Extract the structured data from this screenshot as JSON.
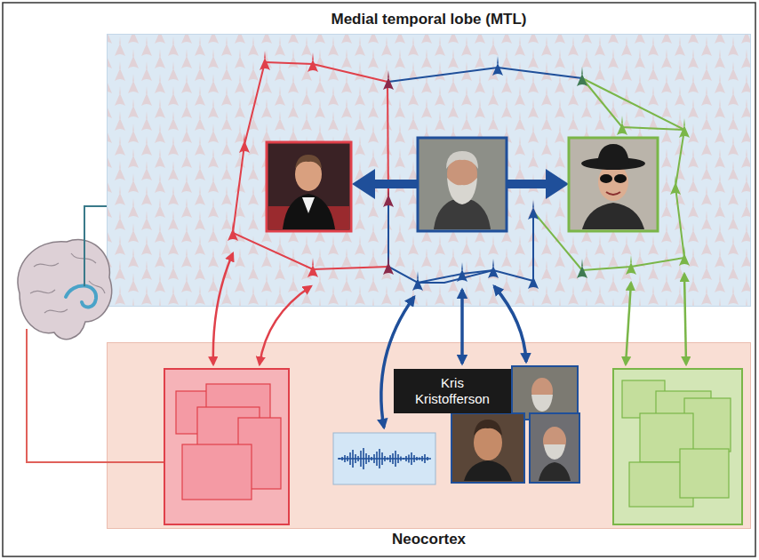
{
  "diagram": {
    "nodes": [
      {
        "text": [
          "Medial temporal lobe (MTL)"
        ]
      },
      {
        "text": [
          "Neocortex"
        ]
      },
      {
        "text": [
          "Kris Kristofferson"
        ],
        "in": 1
      }
    ]
  }
}
